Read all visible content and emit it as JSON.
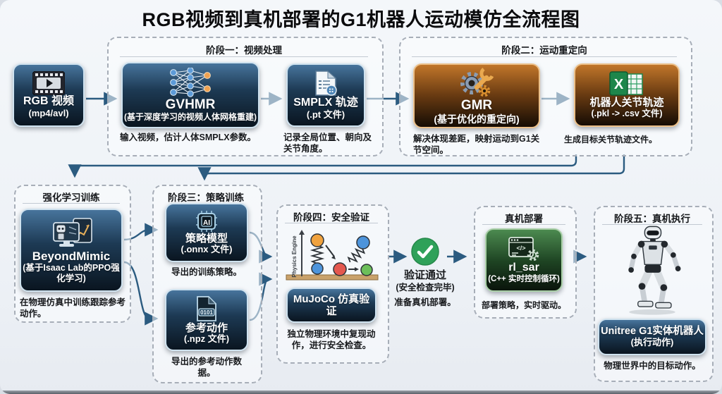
{
  "title": "RGB视频到真机部署的G1机器人运动模仿全流程图",
  "input": {
    "label": "RGB 视频",
    "sub": "(mp4/avl)"
  },
  "stage1": {
    "title": "阶段一：视频处理",
    "gvhmr": {
      "label": "GVHMR",
      "sub": "(基于深度学习的视频人体网格重建)",
      "caption": "输入视频，估计人体SMPLX参数。"
    },
    "smplx": {
      "label": "SMPLX 轨迹",
      "sub": "(.pt 文件)",
      "caption": "记录全局位置、朝向及关节角度。"
    }
  },
  "stage2": {
    "title": "阶段二：运动重定向",
    "gmr": {
      "label": "GMR",
      "sub": "(基于优化的重定向)",
      "caption": "解决体现差距，映射运动到G1关节空间。"
    },
    "joint_traj": {
      "label": "机器人关节轨迹",
      "sub": "(.pkl -> .csv 文件)",
      "caption": "生成目标关节轨迹文件。"
    }
  },
  "rl": {
    "title": "强化学习训练",
    "beyondmimic": {
      "label": "BeyondMimic",
      "sub": "(基于Isaac Lab的PPO强化学习)",
      "caption": "在物理仿真中训练跟踪参考动作。"
    }
  },
  "stage3": {
    "title": "阶段三：策略训练",
    "policy": {
      "label": "策略模型",
      "sub": "(.onnx 文件)",
      "caption": "导出的训练策略。"
    },
    "ref_motion": {
      "label": "参考动作",
      "sub": "(.npz 文件)",
      "caption": "导出的参考动作数据。"
    }
  },
  "stage4": {
    "title": "阶段四：安全验证",
    "physics_label": "Physics Engine",
    "mujoco": {
      "label": "MuJoCo 仿真验证",
      "caption": "独立物理环境中复现动作，进行安全检查。"
    }
  },
  "check": {
    "label": "验证通过",
    "sub": "(安全检查完毕)",
    "caption": "准备真机部署。"
  },
  "deploy": {
    "title": "真机部署",
    "rl_sar": {
      "label": "rl_sar",
      "sub": "(C++ 实时控制循环)",
      "caption": "部署策略，实时驱动。"
    }
  },
  "stage5": {
    "title": "阶段五：真机执行",
    "unitree": {
      "label": "Unitree G1实体机器人",
      "sub": "(执行动作)",
      "caption": "物理世界中的目标动作。"
    }
  },
  "icons": {
    "video": "film-play-icon",
    "neural": "neural-network-icon",
    "document": "document-trajectory-icon",
    "gear_wrench": "gear-wrench-icon",
    "excel": "excel-spreadsheet-icon",
    "ai_chip": "ai-chip-icon",
    "binary_file": "binary-file-icon",
    "robot_monitor": "robot-training-monitor-icon",
    "check": "check-circle-icon",
    "code_gear": "code-window-gear-icon",
    "humanoid": "humanoid-robot-illustration",
    "ai_chip_text": "AI",
    "binary_text": "0101",
    "excel_x": "X",
    "code_glyph": "</>"
  },
  "colors": {
    "arrow": "#2b5b80",
    "navy_border": "#cfe2ef",
    "orange_border": "#ecc089",
    "green_border": "#a9cfa7",
    "check_green": "#2fa159",
    "background": "#f2f5f9"
  }
}
